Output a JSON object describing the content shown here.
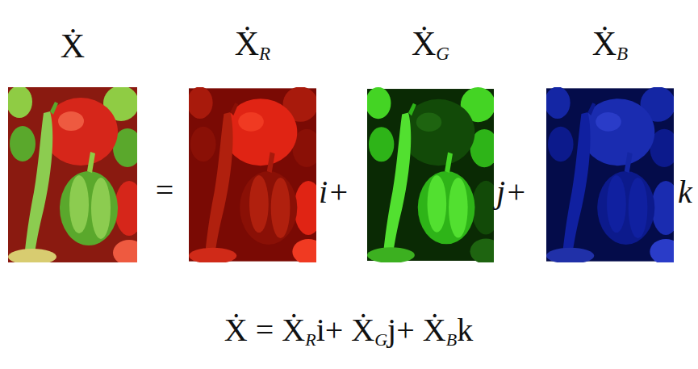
{
  "diagram": {
    "nodes": [
      {
        "text": [
          "Ẋ"
        ]
      },
      {
        "text": [
          "ẊR"
        ]
      },
      {
        "text": [
          "ẊG"
        ]
      },
      {
        "text": [
          "ẊB"
        ]
      }
    ],
    "labels": [
      "=",
      "i+",
      "j+",
      "k",
      "Ẋ = ẊRi+ ẊGj+ ẊBk"
    ]
  }
}
